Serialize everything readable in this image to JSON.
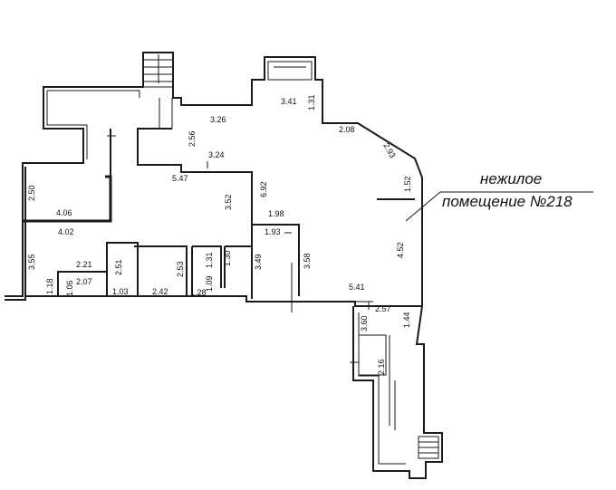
{
  "label": {
    "line1": "нежилое",
    "line2": "помещение №218"
  },
  "dimensions": {
    "d341": "3.41",
    "d131a": "1.31",
    "d326": "3.26",
    "d208": "2.08",
    "d293": "2.93",
    "d256": "2.56",
    "d324": "3.24",
    "d547": "5.47",
    "d250": "2.50",
    "d406": "4.06",
    "d352": "3.52",
    "d692": "6.92",
    "d198": "1.98",
    "d152": "1.52",
    "d402": "4.02",
    "d193": "1.93",
    "d355": "3.55",
    "d221": "2.21",
    "d251": "2.51",
    "d253": "2.53",
    "d131b": "1.31",
    "d130": "1.30",
    "d349": "3.49",
    "d358": "3.58",
    "d452": "4.52",
    "d118": "1.18",
    "d106": "1.06",
    "d207": "2.07",
    "d103": "1.03",
    "d242": "2.42",
    "d109": "1.09",
    "d128": "1.28",
    "d541": "5.41",
    "d257": "2.57",
    "d360": "3.60",
    "d144": "1.44",
    "d216": "2.16"
  }
}
